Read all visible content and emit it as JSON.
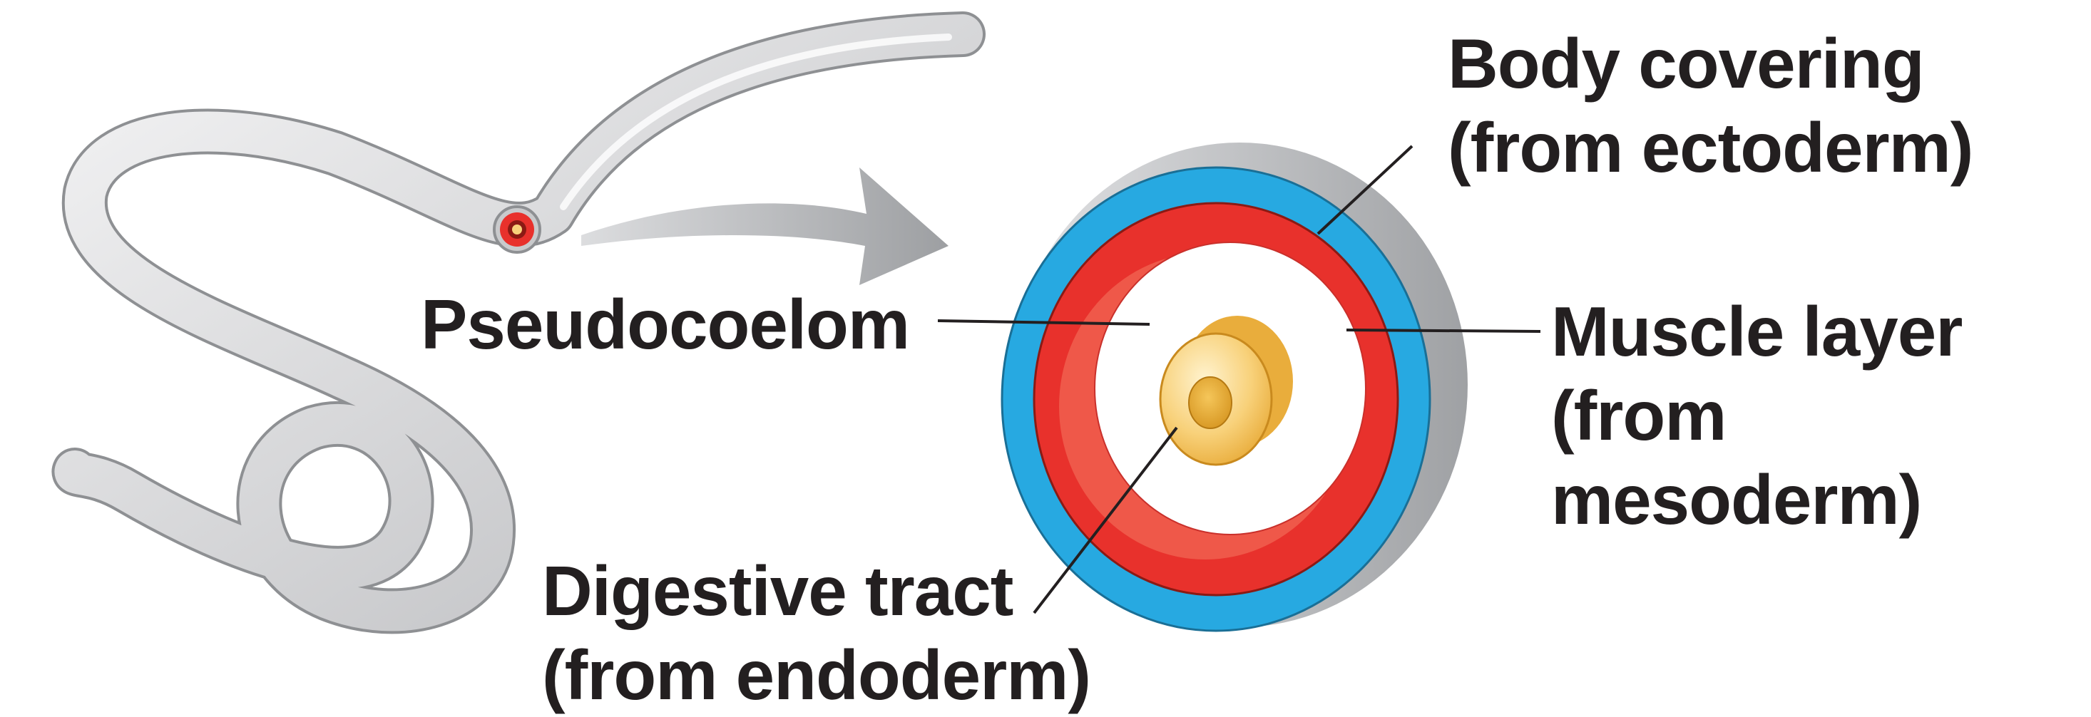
{
  "labels": {
    "body_covering": [
      "Body covering",
      "(from ectoderm)"
    ],
    "pseudocoelom": [
      "Pseudocoelom"
    ],
    "muscle_layer": [
      "Muscle layer",
      "(from",
      "mesoderm)"
    ],
    "digestive_tract": [
      "Digestive tract",
      "(from endoderm)"
    ]
  },
  "colors": {
    "worm": "#d6d7d9",
    "arrow": "#a7a9ac",
    "body_covering": "#27a9e1",
    "muscle_layer": "#e8312c",
    "pseudocoelom": "#ffffff",
    "digestive_tract": "#f8d17a",
    "leader_line": "#231f20"
  }
}
